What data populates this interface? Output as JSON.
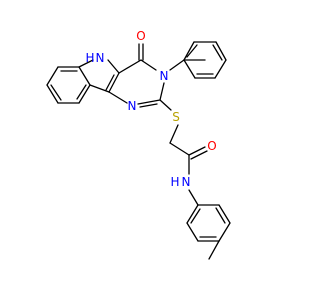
{
  "molecule": {
    "atoms": {
      "oxygen_carbonyl_top": "O",
      "nitrogen_ring_nh": "N",
      "hydrogen_ring_nh": "H",
      "nitrogen_ring_n3": "N",
      "nitrogen_ring_n1": "N",
      "sulfur": "S",
      "oxygen_amide": "O",
      "nitrogen_amide": "N",
      "hydrogen_amide": "H"
    },
    "colors": {
      "carbon_bond": "#000000",
      "nitrogen": "#0000ff",
      "oxygen": "#ff0000",
      "sulfur": "#b8a200",
      "background": "#ffffff"
    }
  }
}
